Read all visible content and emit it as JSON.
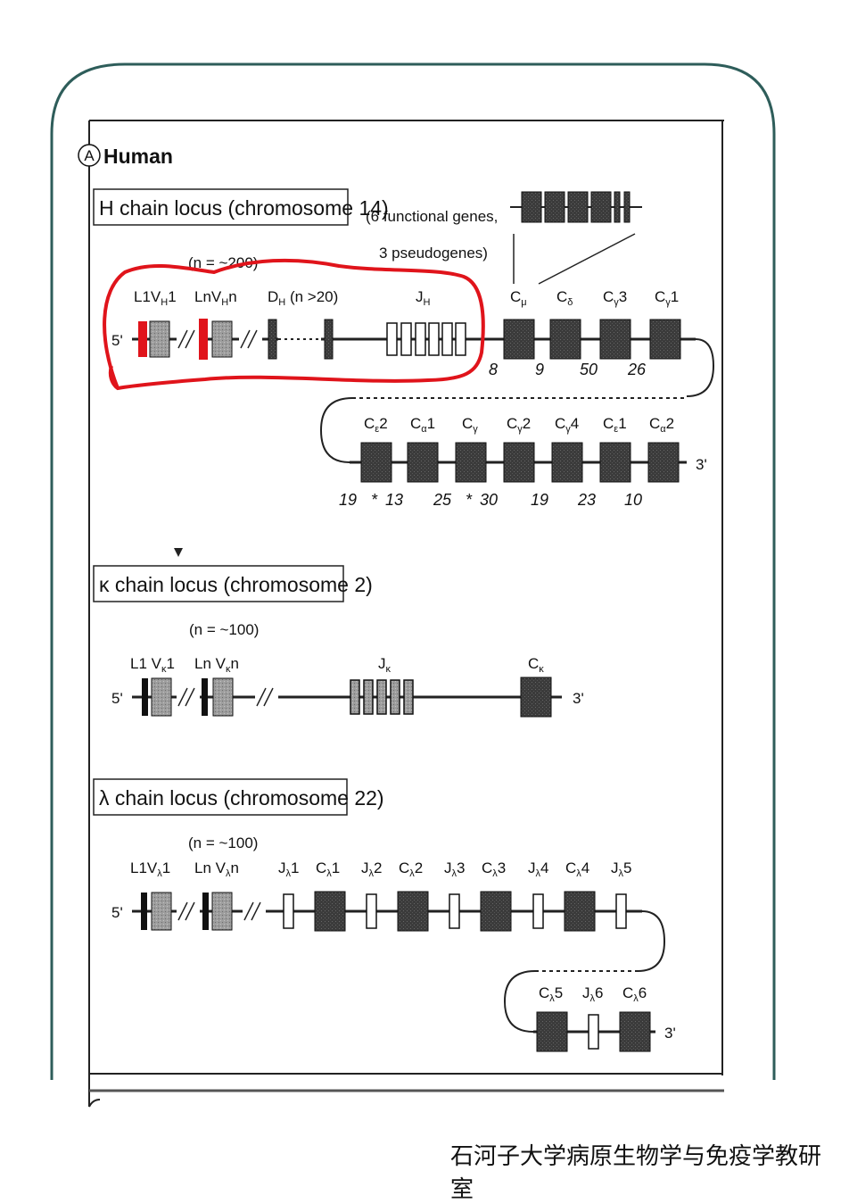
{
  "panel": {
    "letter": "A",
    "title": "Human"
  },
  "h_locus": {
    "title": "H chain locus (chromosome 14)",
    "n_label": "(n = ~200)",
    "note_line1": "(6 functional genes,",
    "note_line2": "3 pseudogenes)",
    "five_prime": "5'",
    "three_prime": "3'",
    "v1_label": "L1V",
    "v1_sub": "H",
    "v1_num": "1",
    "vn_label": "LnV",
    "vn_sub": "H",
    "vn_num": "n",
    "d_label": "D",
    "d_sub": "H",
    "d_rest": " (n >20)",
    "j_label": "J",
    "j_sub": "H",
    "constant_row1": [
      {
        "base": "C",
        "sub": "μ",
        "num": "",
        "after": "8"
      },
      {
        "base": "C",
        "sub": "δ",
        "num": "",
        "after": "9"
      },
      {
        "base": "C",
        "sub": "γ",
        "num": "3",
        "after": "50"
      },
      {
        "base": "C",
        "sub": "γ",
        "num": "1",
        "after": "26"
      }
    ],
    "constant_row2": [
      {
        "base": "C",
        "sub": "ε",
        "num": "2",
        "before": "19"
      },
      {
        "base": "C",
        "sub": "α",
        "num": "1",
        "before": "13"
      },
      {
        "base": "C",
        "sub": "γ",
        "num": "",
        "before": "25"
      },
      {
        "base": "C",
        "sub": "γ",
        "num": "2",
        "before": "30"
      },
      {
        "base": "C",
        "sub": "γ",
        "num": "4",
        "before": "19"
      },
      {
        "base": "C",
        "sub": "ε",
        "num": "1",
        "before": "23"
      },
      {
        "base": "C",
        "sub": "α",
        "num": "2",
        "before": "10"
      }
    ],
    "stars": [
      "*",
      "*"
    ]
  },
  "k_locus": {
    "title": "κ chain locus (chromosome 2)",
    "n_label": "(n = ~100)",
    "five_prime": "5'",
    "three_prime": "3'",
    "v1_label": "L1 V",
    "v1_sub": "κ",
    "v1_num": "1",
    "vn_label": "Ln V",
    "vn_sub": "κ",
    "vn_num": "n",
    "j_label": "J",
    "j_sub": "κ",
    "c_label": "C",
    "c_sub": "κ"
  },
  "l_locus": {
    "title": "λ chain locus (chromosome 22)",
    "n_label": "(n = ~100)",
    "five_prime": "5'",
    "three_prime": "3'",
    "v1_label": "L1V",
    "v1_sub": "λ",
    "v1_num": "1",
    "vn_label": "Ln V",
    "vn_sub": "λ",
    "vn_num": "n",
    "row1": [
      {
        "base": "J",
        "sub": "λ",
        "num": "1"
      },
      {
        "base": "C",
        "sub": "λ",
        "num": "1"
      },
      {
        "base": "J",
        "sub": "λ",
        "num": "2"
      },
      {
        "base": "C",
        "sub": "λ",
        "num": "2"
      },
      {
        "base": "J",
        "sub": "λ",
        "num": "3"
      },
      {
        "base": "C",
        "sub": "λ",
        "num": "3"
      },
      {
        "base": "J",
        "sub": "λ",
        "num": "4"
      },
      {
        "base": "C",
        "sub": "λ",
        "num": "4"
      },
      {
        "base": "J",
        "sub": "λ",
        "num": "5"
      }
    ],
    "row2": [
      {
        "base": "C",
        "sub": "λ",
        "num": "5"
      },
      {
        "base": "J",
        "sub": "λ",
        "num": "6"
      },
      {
        "base": "C",
        "sub": "λ",
        "num": "6"
      }
    ]
  },
  "footer": "石河子大学病原生物学与免疫学教研室",
  "colors": {
    "frame": "#2e5d5a",
    "annotation": "#e0141b",
    "gene_dark": "#3a3a3a",
    "gene_light": "#a8a8a8"
  }
}
